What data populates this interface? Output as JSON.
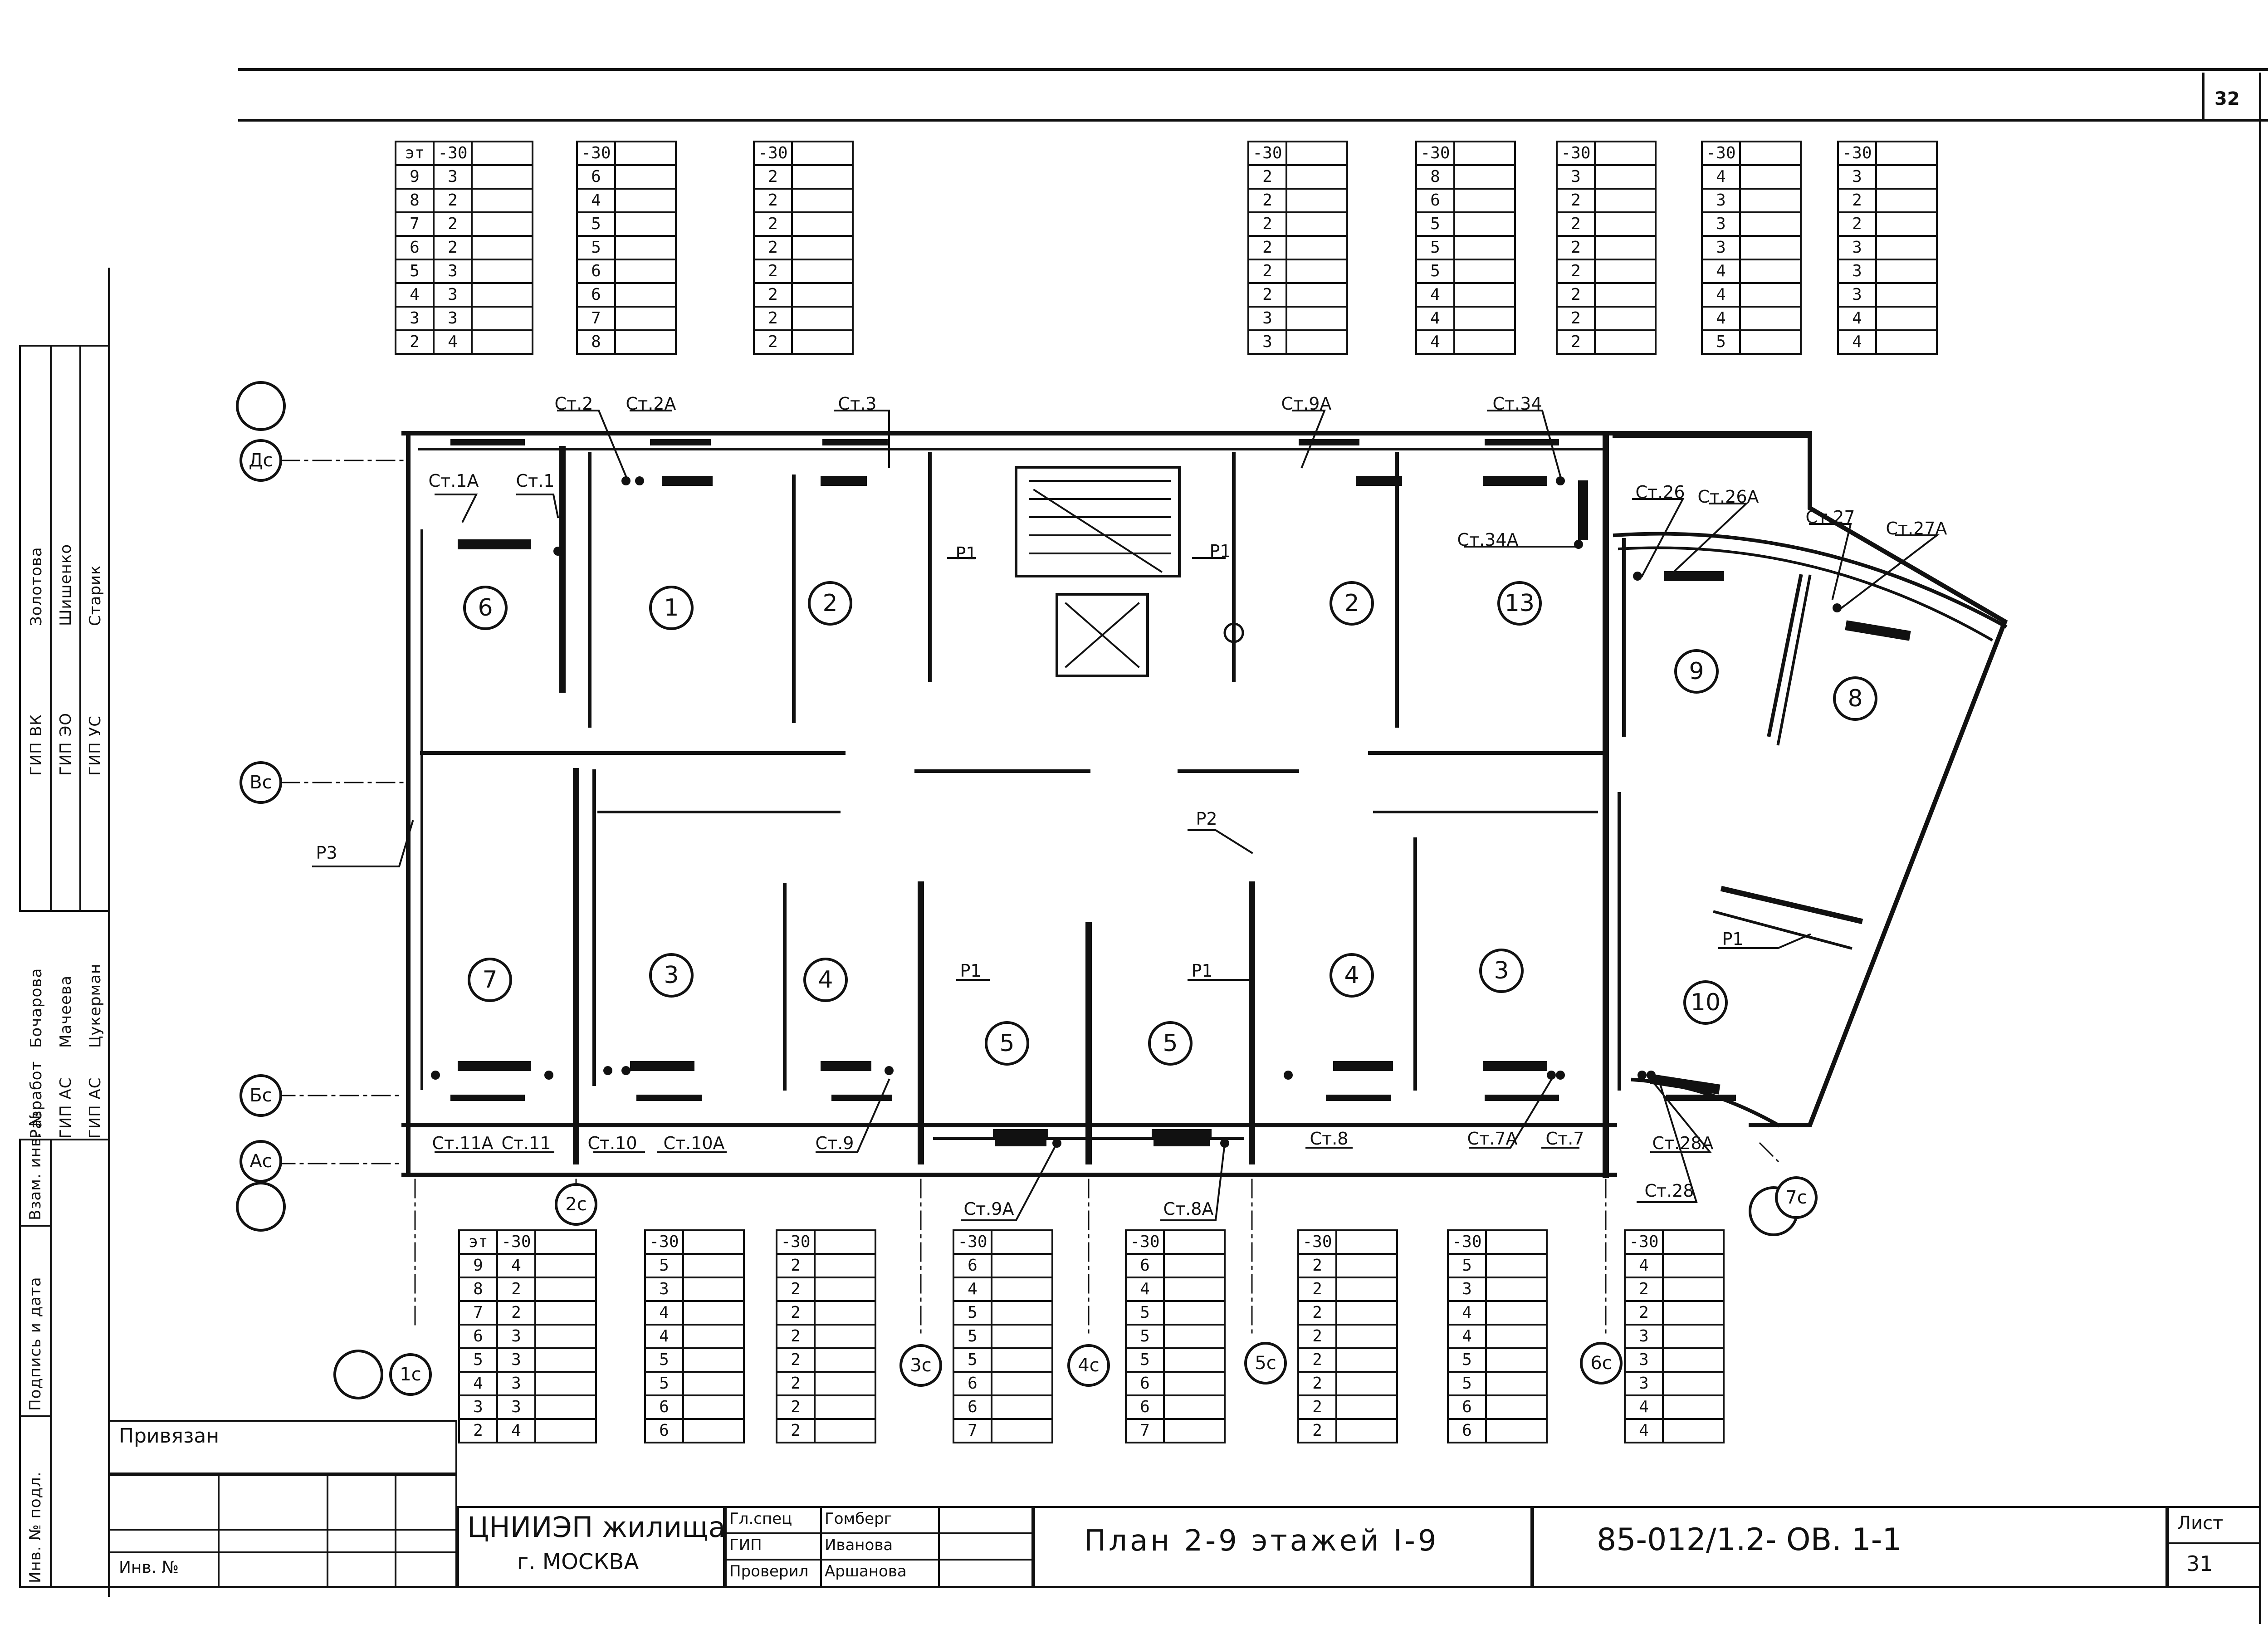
{
  "sheet": {
    "number": "32",
    "list_label": "Лист",
    "list_number": "31"
  },
  "title_block": {
    "org_line1": "ЦНИИЭП жилища",
    "org_line2": "г. МОСКВА",
    "bound_label": "Привязан",
    "inv_label": "Инв. №",
    "roles": [
      {
        "role": "Гл.спец",
        "name": "Гомберг"
      },
      {
        "role": "ГИП",
        "name": "Иванова"
      },
      {
        "role": "Проверил",
        "name": "Аршанова"
      }
    ],
    "drawing_title": "План 2-9 этажей I-9",
    "drawing_code": "85-012/1.2- ОВ. 1-1"
  },
  "left_stamp": {
    "upper_roles": [
      {
        "role": "ГИП ВК",
        "name": "Золотова"
      },
      {
        "role": "ГИП ЭО",
        "name": "Шишенко"
      },
      {
        "role": "ГИП УС",
        "name": "Старик"
      }
    ],
    "lower_roles": [
      {
        "role": "Разработ",
        "name": "Бочарова"
      },
      {
        "role": "ГИП АС",
        "name": "Мачеева"
      },
      {
        "role": "ГИП АС",
        "name": "Цукерман"
      }
    ],
    "inv_fields": [
      "Взам. инв. №",
      "Подпись и дата",
      "Инв. № подл."
    ]
  },
  "floor_tables": {
    "floor_header": "эт",
    "temp_header": "-30",
    "floors": [
      "9",
      "8",
      "7",
      "6",
      "5",
      "4",
      "3",
      "2"
    ],
    "top": [
      [
        "3",
        "2",
        "2",
        "2",
        "3",
        "3",
        "3",
        "4"
      ],
      [
        "6",
        "4",
        "5",
        "5",
        "6",
        "6",
        "7",
        "8"
      ],
      [
        "2",
        "2",
        "2",
        "2",
        "2",
        "2",
        "2",
        "2"
      ],
      [
        "2",
        "2",
        "2",
        "2",
        "2",
        "2",
        "3",
        "3"
      ],
      [
        "8",
        "6",
        "5",
        "5",
        "5",
        "4",
        "4",
        "4"
      ],
      [
        "3",
        "2",
        "2",
        "2",
        "2",
        "2",
        "2",
        "2"
      ],
      [
        "4",
        "3",
        "3",
        "3",
        "4",
        "4",
        "4",
        "5"
      ],
      [
        "3",
        "2",
        "2",
        "3",
        "3",
        "3",
        "4",
        "4"
      ]
    ],
    "bottom": [
      [
        "4",
        "2",
        "2",
        "3",
        "3",
        "3",
        "3",
        "4"
      ],
      [
        "5",
        "3",
        "4",
        "4",
        "5",
        "5",
        "6",
        "6"
      ],
      [
        "2",
        "2",
        "2",
        "2",
        "2",
        "2",
        "2",
        "2"
      ],
      [
        "6",
        "4",
        "5",
        "5",
        "5",
        "6",
        "6",
        "7"
      ],
      [
        "6",
        "4",
        "5",
        "5",
        "5",
        "6",
        "6",
        "7"
      ],
      [
        "2",
        "2",
        "2",
        "2",
        "2",
        "2",
        "2",
        "2"
      ],
      [
        "5",
        "3",
        "4",
        "4",
        "5",
        "5",
        "6",
        "6"
      ],
      [
        "4",
        "2",
        "2",
        "3",
        "3",
        "3",
        "4",
        "4"
      ]
    ]
  },
  "axes": {
    "rows": [
      "Дс",
      "Вс",
      "Бс",
      "Ас"
    ],
    "cols": [
      "1с",
      "2с",
      "3с",
      "4с",
      "5с",
      "6с",
      "7с"
    ]
  },
  "rooms": [
    "6",
    "1",
    "2",
    "2",
    "13",
    "9",
    "8",
    "7",
    "3",
    "4",
    "5",
    "5",
    "4",
    "3",
    "10"
  ],
  "riser_labels": {
    "top": [
      "Ст.2",
      "Ст.2А",
      "Ст.3",
      "Ст.9А",
      "Ст.34",
      "Ст.1А",
      "Ст.1",
      "Ст.34А",
      "Ст.26",
      "Ст.26А",
      "Ст.27",
      "Ст.27А"
    ],
    "bottom": [
      "Ст.11А",
      "Ст.11",
      "Ст.10",
      "Ст.10А",
      "Ст.9",
      "Ст.9А",
      "Ст.8А",
      "Ст.8",
      "Ст.7А",
      "Ст.7",
      "Ст.28А",
      "Ст.28"
    ],
    "p_labels": [
      "Р1",
      "Р1",
      "Р3",
      "Р2",
      "Р1",
      "Р1",
      "Р1"
    ]
  }
}
